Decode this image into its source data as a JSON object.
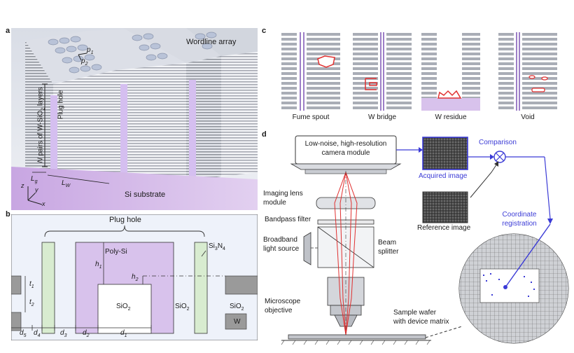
{
  "panel_a": {
    "label": "a",
    "wordline_array": "Wordline array",
    "p1": "p",
    "p1_sub": "1",
    "p2": "p",
    "p2_sub": "2",
    "layers_text_n": "N",
    "layers_text": " pairs of W-SiO",
    "layers_text_sub": "2",
    "layers_text_end": " layers",
    "plug_hole": "Plug hole",
    "lg": "L",
    "lg_sub": "g",
    "lw": "L",
    "lw_sub": "W",
    "si_substrate": "Si substrate",
    "axis_z": "z",
    "axis_y": "y",
    "axis_x": "x"
  },
  "panel_b": {
    "label": "b",
    "plug_hole": "Plug hole",
    "poly_si": "Poly-Si",
    "si3n4": "Si",
    "si3n4_sub1": "3",
    "si3n4_n": "N",
    "si3n4_sub2": "4",
    "sio2_center": "SiO",
    "sio2_right_inner": "SiO",
    "sio2_right_outer": "SiO",
    "sio2_sub": "2",
    "w": "W",
    "h1": "h",
    "h1_sub": "1",
    "h2": "h",
    "h2_sub": "2",
    "t1": "t",
    "t1_sub": "1",
    "t2": "t",
    "t2_sub": "2",
    "d5": "d",
    "d5_sub": "5",
    "d4": "d",
    "d4_sub": "4",
    "d3": "d",
    "d3_sub": "3",
    "d2": "d",
    "d2_sub": "2",
    "d1": "d",
    "d1_sub": "1"
  },
  "panel_c": {
    "label": "c",
    "defects": [
      "Fume spout",
      "W bridge",
      "W residue",
      "Void"
    ]
  },
  "panel_d": {
    "label": "d",
    "camera": [
      "Low-noise, high-resolution",
      "camera module"
    ],
    "imaging_lens": [
      "Imaging lens",
      "module"
    ],
    "bandpass": "Bandpass filter",
    "light_source": [
      "Broadband",
      "light source"
    ],
    "beam_splitter": [
      "Beam",
      "splitter"
    ],
    "objective": [
      "Microscope",
      "objective"
    ],
    "sample_wafer": [
      "Sample wafer",
      "with device matrix"
    ],
    "acquired": "Acquired image",
    "reference": "Reference image",
    "comparison": "Comparison",
    "registration": [
      "Coordinate",
      "registration"
    ]
  },
  "colors": {
    "accent_blue": "#3b3bd6",
    "lilac": "#d8c2ec",
    "green": "#d8ecd0",
    "defect_red": "#e03030",
    "panel_bg": "#eef2fa"
  }
}
